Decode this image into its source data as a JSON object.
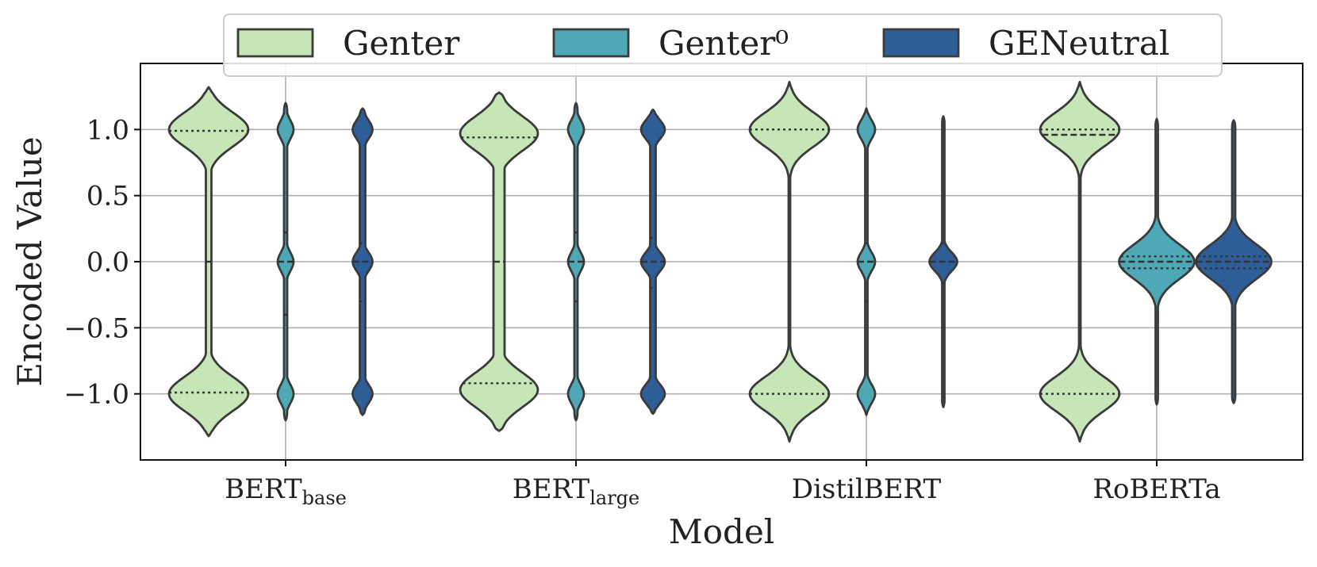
{
  "chart_data": {
    "type": "violin",
    "xlabel": "Model",
    "ylabel": "Encoded Value",
    "ylim": [
      -1.5,
      1.5
    ],
    "yticks": [
      1.0,
      0.5,
      0.0,
      -0.5,
      -1.0
    ],
    "ytick_labels": [
      "1.0",
      "0.5",
      "0.0",
      "−0.5",
      "−1.0"
    ],
    "grid": true,
    "legend_placement": "top-center",
    "categories": [
      {
        "base": "BERT",
        "sub": "base"
      },
      {
        "base": "BERT",
        "sub": "large"
      },
      {
        "base": "DistilBERT",
        "sub": ""
      },
      {
        "base": "RoBERTa",
        "sub": ""
      }
    ],
    "series": [
      {
        "name": "Genter",
        "color": "#c7e6b8",
        "violins": [
          {
            "min": -1.32,
            "max": 1.32,
            "q1": -0.99,
            "median": 0.0,
            "q3": 0.99,
            "modes": [
              1.0,
              -1.0
            ],
            "mode_width": 1.0,
            "neck_width": 0.07
          },
          {
            "min": -1.28,
            "max": 1.28,
            "q1": -0.92,
            "median": 0.0,
            "q3": 0.94,
            "modes": [
              0.97,
              -0.97
            ],
            "mode_width": 0.98,
            "neck_width": 0.14
          },
          {
            "min": -1.36,
            "max": 1.36,
            "q1": -1.0,
            "median": 0.0,
            "q3": 1.0,
            "modes": [
              1.0,
              -1.0
            ],
            "mode_width": 1.0,
            "neck_width": 0.02
          },
          {
            "min": -1.36,
            "max": 1.36,
            "q1": -1.0,
            "median": 0.96,
            "q3": 1.0,
            "modes": [
              1.0,
              -1.0
            ],
            "mode_width": 1.0,
            "neck_width": 0.02
          }
        ]
      },
      {
        "name": "Genter⁰",
        "color": "#4fa8b5",
        "violins": [
          {
            "min": -1.2,
            "max": 1.2,
            "q1": -0.4,
            "median": 0.0,
            "q3": 0.22,
            "modes": [
              0.0,
              1.0,
              -1.0
            ],
            "mode_width": 0.2,
            "neck_width": 0.04
          },
          {
            "min": -1.2,
            "max": 1.2,
            "q1": -0.3,
            "median": 0.0,
            "q3": 0.22,
            "modes": [
              0.0,
              1.0,
              -1.0
            ],
            "mode_width": 0.2,
            "neck_width": 0.04
          },
          {
            "min": -1.16,
            "max": 1.16,
            "q1": -0.3,
            "median": 0.0,
            "q3": 0.14,
            "modes": [
              0.0,
              1.0,
              -1.0
            ],
            "mode_width": 0.22,
            "neck_width": 0.03
          },
          {
            "min": -1.08,
            "max": 1.08,
            "q1": -0.05,
            "median": 0.0,
            "q3": 0.04,
            "modes": [
              0.0
            ],
            "mode_width": 0.95,
            "neck_width": 0.03
          }
        ]
      },
      {
        "name": "GENeutral",
        "color": "#2e5e98",
        "violins": [
          {
            "min": -1.16,
            "max": 1.16,
            "q1": -0.3,
            "median": 0.0,
            "q3": 0.14,
            "modes": [
              0.0,
              1.0,
              -1.0
            ],
            "mode_width": 0.25,
            "neck_width": 0.07
          },
          {
            "min": -1.15,
            "max": 1.15,
            "q1": -0.2,
            "median": 0.0,
            "q3": 0.18,
            "modes": [
              0.0,
              1.0,
              -1.0
            ],
            "mode_width": 0.3,
            "neck_width": 0.07
          },
          {
            "min": -1.1,
            "max": 1.1,
            "q1": -0.16,
            "median": 0.0,
            "q3": 0.14,
            "modes": [
              0.0
            ],
            "mode_width": 0.35,
            "neck_width": 0.03
          },
          {
            "min": -1.07,
            "max": 1.07,
            "q1": -0.05,
            "median": 0.0,
            "q3": 0.04,
            "modes": [
              0.0
            ],
            "mode_width": 0.95,
            "neck_width": 0.04
          }
        ]
      }
    ]
  }
}
